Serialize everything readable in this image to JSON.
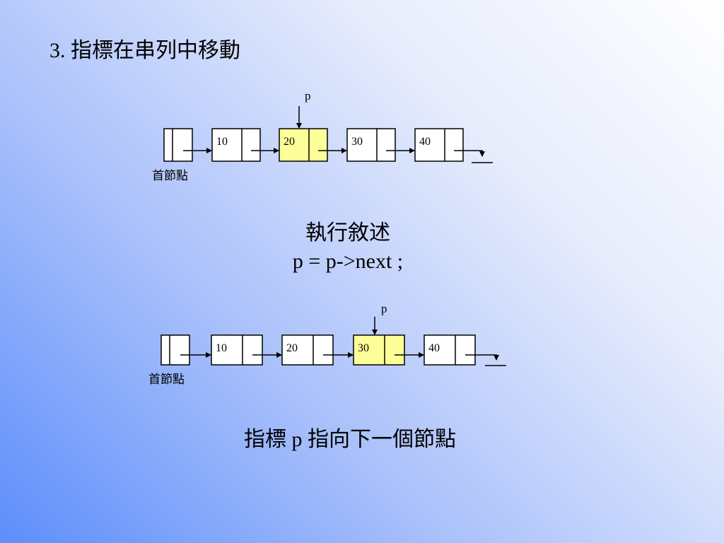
{
  "title": "3. 指標在串列中移動",
  "caption_statement_label": "執行敘述",
  "caption_statement_code": "p = p->next ;",
  "caption_result": "指標 p 指向下一個節點",
  "colors": {
    "highlight": "#ffff99",
    "node_fill": "#ffffff",
    "stroke": "#000000"
  },
  "diagrams": [
    {
      "name": "before",
      "pointer_label": "p",
      "head_label": "首節點",
      "highlight_index": 2,
      "nodes": [
        "10",
        "20",
        "30",
        "40"
      ]
    },
    {
      "name": "after",
      "pointer_label": "p",
      "head_label": "首節點",
      "highlight_index": 3,
      "nodes": [
        "10",
        "20",
        "30",
        "40"
      ]
    }
  ]
}
